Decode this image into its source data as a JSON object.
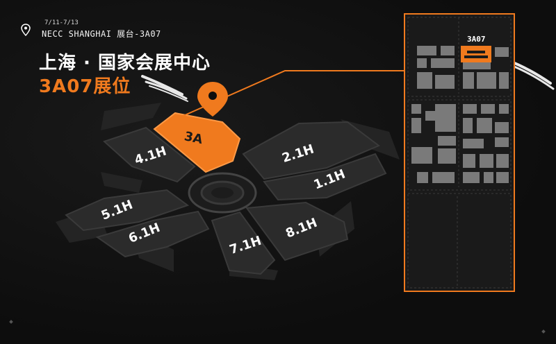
{
  "header": {
    "dates": "7/11-7/13",
    "venue": "NECC SHANGHAI  展台-3A07",
    "title": "上海 · 国家会展中心",
    "booth": "3A07展位"
  },
  "map": {
    "halls": [
      {
        "id": "3A",
        "label": "3A",
        "highlight": true
      },
      {
        "id": "4.1H",
        "label": "4.1H"
      },
      {
        "id": "2.1H",
        "label": "2.1H"
      },
      {
        "id": "1.1H",
        "label": "1.1H"
      },
      {
        "id": "5.1H",
        "label": "5.1H"
      },
      {
        "id": "6.1H",
        "label": "6.1H"
      },
      {
        "id": "7.1H",
        "label": "7.1H"
      },
      {
        "id": "8.1H",
        "label": "8.1H"
      }
    ],
    "detail": {
      "booth_label": "3A07"
    }
  },
  "colors": {
    "accent": "#f07a1e",
    "hall": "#2b2b2b",
    "hall_edge": "#3a3a3a",
    "block": "#7a7a7a"
  },
  "icons": {
    "location_pin": "map-pin-icon"
  }
}
